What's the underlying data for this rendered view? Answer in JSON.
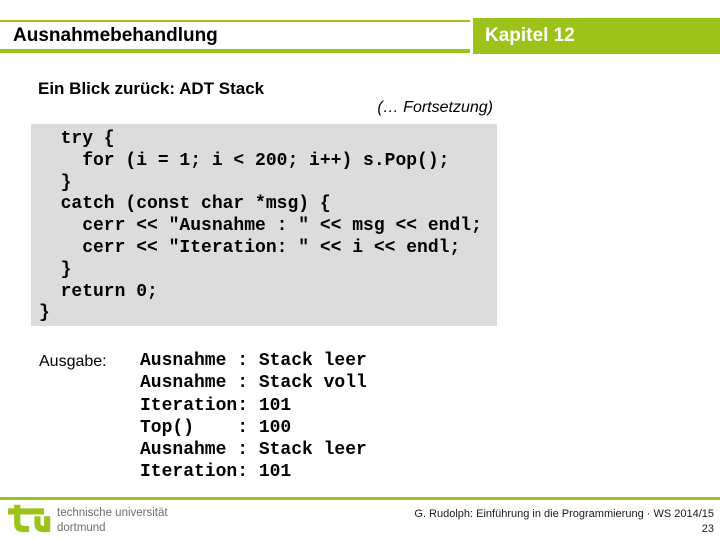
{
  "header": {
    "title": "Ausnahmebehandlung",
    "chapter": "Kapitel 12"
  },
  "body": {
    "subtitle": "Ein Blick zurück: ADT Stack",
    "continuation": "(… Fortsetzung)",
    "code": {
      "lines": [
        "  try {",
        "    for (i = 1; i < 200; i++) s.Pop();",
        "  }",
        "  catch (const char *msg) {",
        "    cerr << \"Ausnahme : \" << msg << endl;",
        "    cerr << \"Iteration: \" << i << endl;",
        "  }",
        "  return 0;",
        "}"
      ]
    },
    "output": {
      "label": "Ausgabe:",
      "lines": [
        "Ausnahme : Stack leer",
        "Ausnahme : Stack voll",
        "Iteration: 101",
        "Top()    : 100",
        "Ausnahme : Stack leer",
        "Iteration: 101"
      ]
    }
  },
  "footer": {
    "university_line1": "technische universität",
    "university_line2": "dortmund",
    "credit": "G. Rudolph: Einführung in die Programmierung · WS 2014/15",
    "page_number": "23"
  },
  "colors": {
    "green": "#9CC31A",
    "code_background": "#DCDCDC",
    "university_text_gray": "#6E6E6E"
  }
}
